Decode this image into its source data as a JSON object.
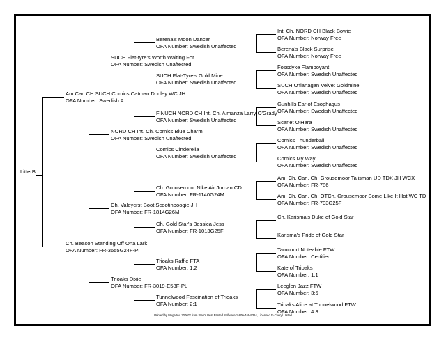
{
  "root": {
    "name": "LitterB"
  },
  "gen1": [
    {
      "name": "Am Can CH SUCH Comics Catman Dooley WC JH",
      "ofa": "OFA Number: Swedish A"
    },
    {
      "name": "Ch. Beacon Standing Off Ona Lark",
      "ofa": "OFA Number: FR-3655G24F-PI"
    }
  ],
  "gen2": [
    {
      "name": "SUCH Flat-tyre's Worth Waiting For",
      "ofa": "OFA Number: Swedish Unaffected"
    },
    {
      "name": "NORD CH Int. Ch. Comics Blue Charm",
      "ofa": "OFA Number: Swedish Unaffected"
    },
    {
      "name": "Ch. Valeycrst Boot Scootinboogie JH",
      "ofa": "OFA Number: FR-1814G26M"
    },
    {
      "name": "Trioaks Dixie",
      "ofa": "OFA Number: FR-3019-E58F-PL"
    }
  ],
  "gen3": [
    {
      "name": "Berena's Moon Dancer",
      "ofa": "OFA Number: Swedish Unaffected"
    },
    {
      "name": "SUCH Flat-Tyre's Gold Mine",
      "ofa": "OFA Number: Swedish Unaffected"
    },
    {
      "name": "FINUCH NORD CH Int. Ch. Almanza Larry O'Grady",
      "ofa": "OFA Number: Swedish Unaffected"
    },
    {
      "name": "Comics Cinderella",
      "ofa": "OFA Number: Swedish Unaffected"
    },
    {
      "name": "Ch. Grousemoor Nike Air Jordan CD",
      "ofa": "OFA Number: FR-1140G24M"
    },
    {
      "name": "Ch. Gold Star's Bessica Jess",
      "ofa": "OFA Number: FR-1013G25F"
    },
    {
      "name": "Trioaks Raffle FTA",
      "ofa": "OFA Number: 1:2"
    },
    {
      "name": "Tunnelwood Fascination of Trioaks",
      "ofa": "OFA Number: 2:1"
    }
  ],
  "gen4": [
    {
      "name": "Int. Ch. NORD CH Black Bowie",
      "ofa": "OFA Number: Norway Free"
    },
    {
      "name": "Berena's Black Surprise",
      "ofa": "OFA Number: Norway Free"
    },
    {
      "name": "Fossdyke Flamboyant",
      "ofa": "OFA Number: Swedish Unaffected"
    },
    {
      "name": "SUCH O'flanagan Velvet Goldmine",
      "ofa": "OFA Number: Swedish Unaffected"
    },
    {
      "name": "Gunhills Ear of Esophagus",
      "ofa": "OFA Number: Swedish Unaffected"
    },
    {
      "name": "Scarlet O'Hara",
      "ofa": "OFA Number: Swedish Unaffected"
    },
    {
      "name": "Comics Thunderball",
      "ofa": "OFA Number: Swedish Unaffected"
    },
    {
      "name": "Comics My Way",
      "ofa": "OFA Number: Swedish Unaffected"
    },
    {
      "name": "Am. Ch. Can. Ch. Grousemoor Talisman UD TDX JH WCX",
      "ofa": "OFA Number: FR-786"
    },
    {
      "name": "Am. Ch. Can. Ch. OTCh. Grousemoor Some Like It Hot WC TD",
      "ofa": "OFA Number: FR-703G25F"
    },
    {
      "name": "Ch. Karisma's Duke of Gold Star",
      "ofa": ""
    },
    {
      "name": "Karisma's Pride of Gold Star",
      "ofa": ""
    },
    {
      "name": "Tamcourt Noteable FTW",
      "ofa": "OFA Number: Certified"
    },
    {
      "name": "Kate of Trioaks",
      "ofa": "OFA Number: 1:1"
    },
    {
      "name": "Leeglen Jazz FTW",
      "ofa": "OFA Number: 3:5"
    },
    {
      "name": "Trioaks Alice at Tunnelwood FTW",
      "ofa": "OFA Number: 4:3"
    }
  ],
  "footer": "Printed by MegaPed 2000™ from Stan's Best Printed Software 1-800-746-9364, Licensed to Cheryl Ulsted"
}
